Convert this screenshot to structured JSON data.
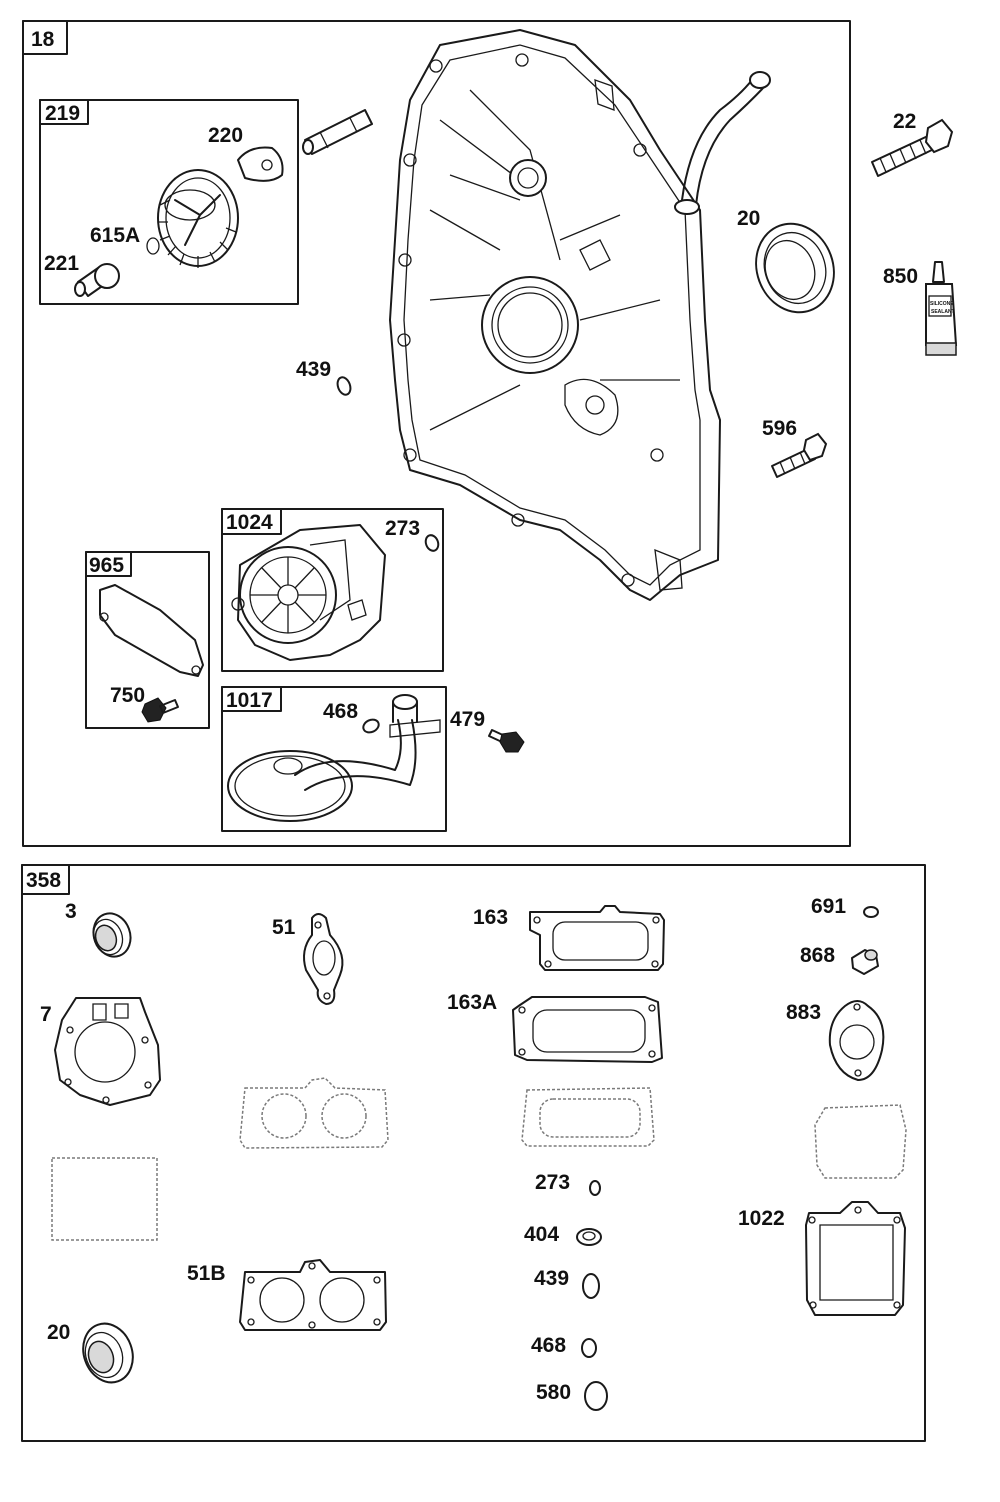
{
  "groups": {
    "top": "18",
    "g219": "219",
    "g1024": "1024",
    "g965": "965",
    "g1017": "1017",
    "bottom": "358"
  },
  "labels": {
    "p220": "220",
    "p615A": "615A",
    "p221": "221",
    "p22": "22",
    "p20a": "20",
    "p850": "850",
    "p439a": "439",
    "p596": "596",
    "p273a": "273",
    "p750": "750",
    "p468a": "468",
    "p479": "479",
    "p3": "3",
    "p51": "51",
    "p163": "163",
    "p691": "691",
    "p868": "868",
    "p7": "7",
    "p163A": "163A",
    "p883": "883",
    "p273b": "273",
    "p1022": "1022",
    "p404": "404",
    "p51B": "51B",
    "p439b": "439",
    "p20b": "20",
    "p468b": "468",
    "p580": "580"
  },
  "sealant_tube": {
    "line1": "SILICONE",
    "line2": "SEALANT"
  }
}
